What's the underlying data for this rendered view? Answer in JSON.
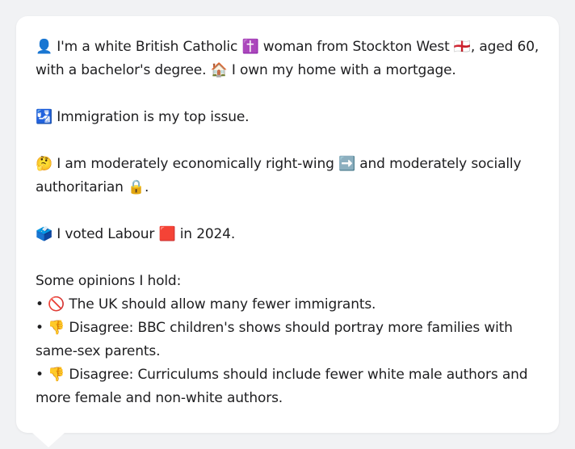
{
  "persona": {
    "intro": "👤 I'm a white British Catholic ✝️ woman from Stockton West 🏴󠁧󠁢󠁥󠁮󠁧󠁿, aged 60, with a bachelor's degree. 🏠 I own my home with a mortgage.",
    "top_issue": "🛂 Immigration is my top issue.",
    "ideology": "🤔 I am moderately economically right-wing ➡️ and moderately socially authoritarian 🔒.",
    "vote": "🗳️ I voted Labour 🟥 in 2024.",
    "opinions_heading": "Some opinions I hold:",
    "opinions": [
      "• 🚫 The UK should allow many fewer immigrants.",
      "• 👎 Disagree: BBC children's shows should portray more families with same-sex parents.",
      "• 👎 Disagree: Curriculums should include fewer white male authors and more female and non-white authors."
    ]
  },
  "colors": {
    "page_background": "#f1f2f4",
    "bubble_background": "#ffffff",
    "text": "#1e1e20"
  }
}
